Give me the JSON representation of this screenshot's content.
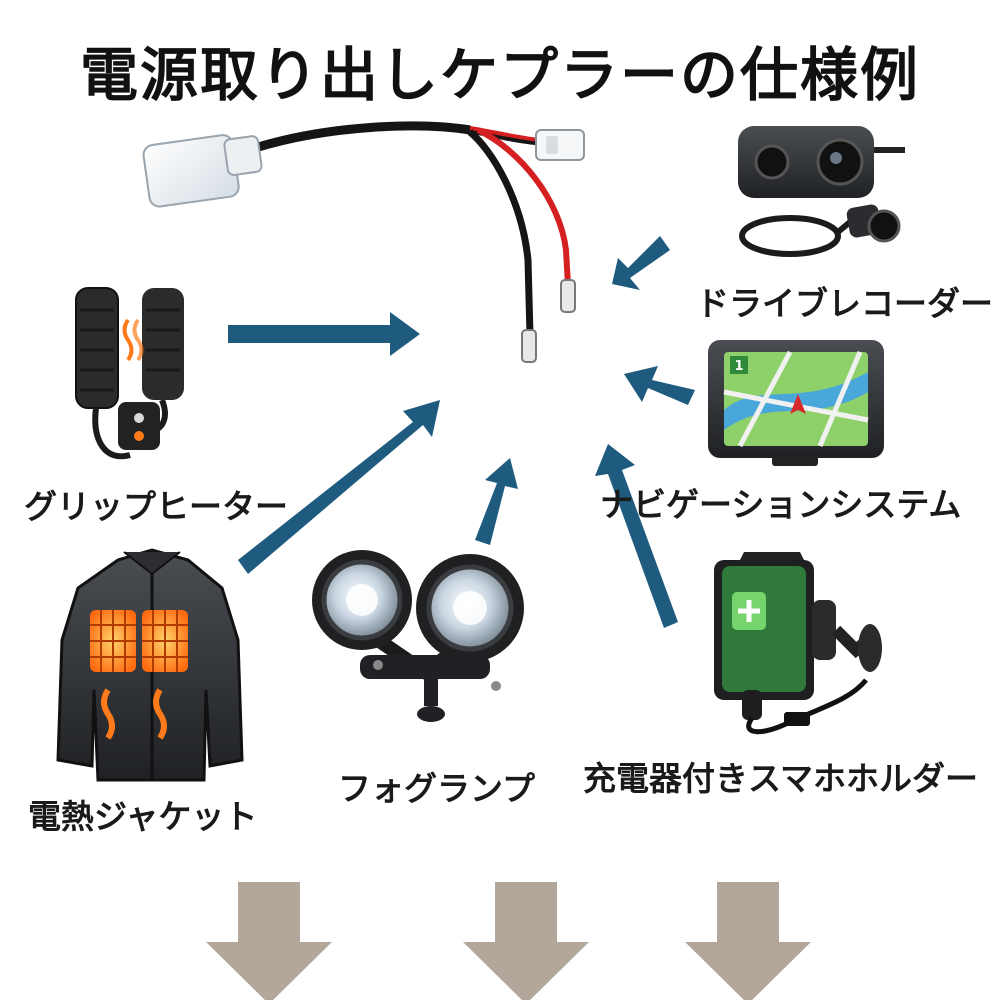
{
  "title": "電源取り出しケプラーの仕様例",
  "devices": {
    "dashcam": "ドライブレコーダー",
    "grip_heater": "グリップヒーター",
    "navigation": "ナビゲーションシステム",
    "heated_jacket": "電熱ジャケット",
    "fog_lamp": "フォグランプ",
    "phone_holder": "充電器付きスマホホルダー"
  },
  "navigation_screen_badge": "1",
  "colors": {
    "arrow": "#1f5b7e",
    "down_arrow": "#b3a79c",
    "wire_red": "#d42020",
    "wire_black": "#151515",
    "heater_orange": "#ff7a1a"
  }
}
